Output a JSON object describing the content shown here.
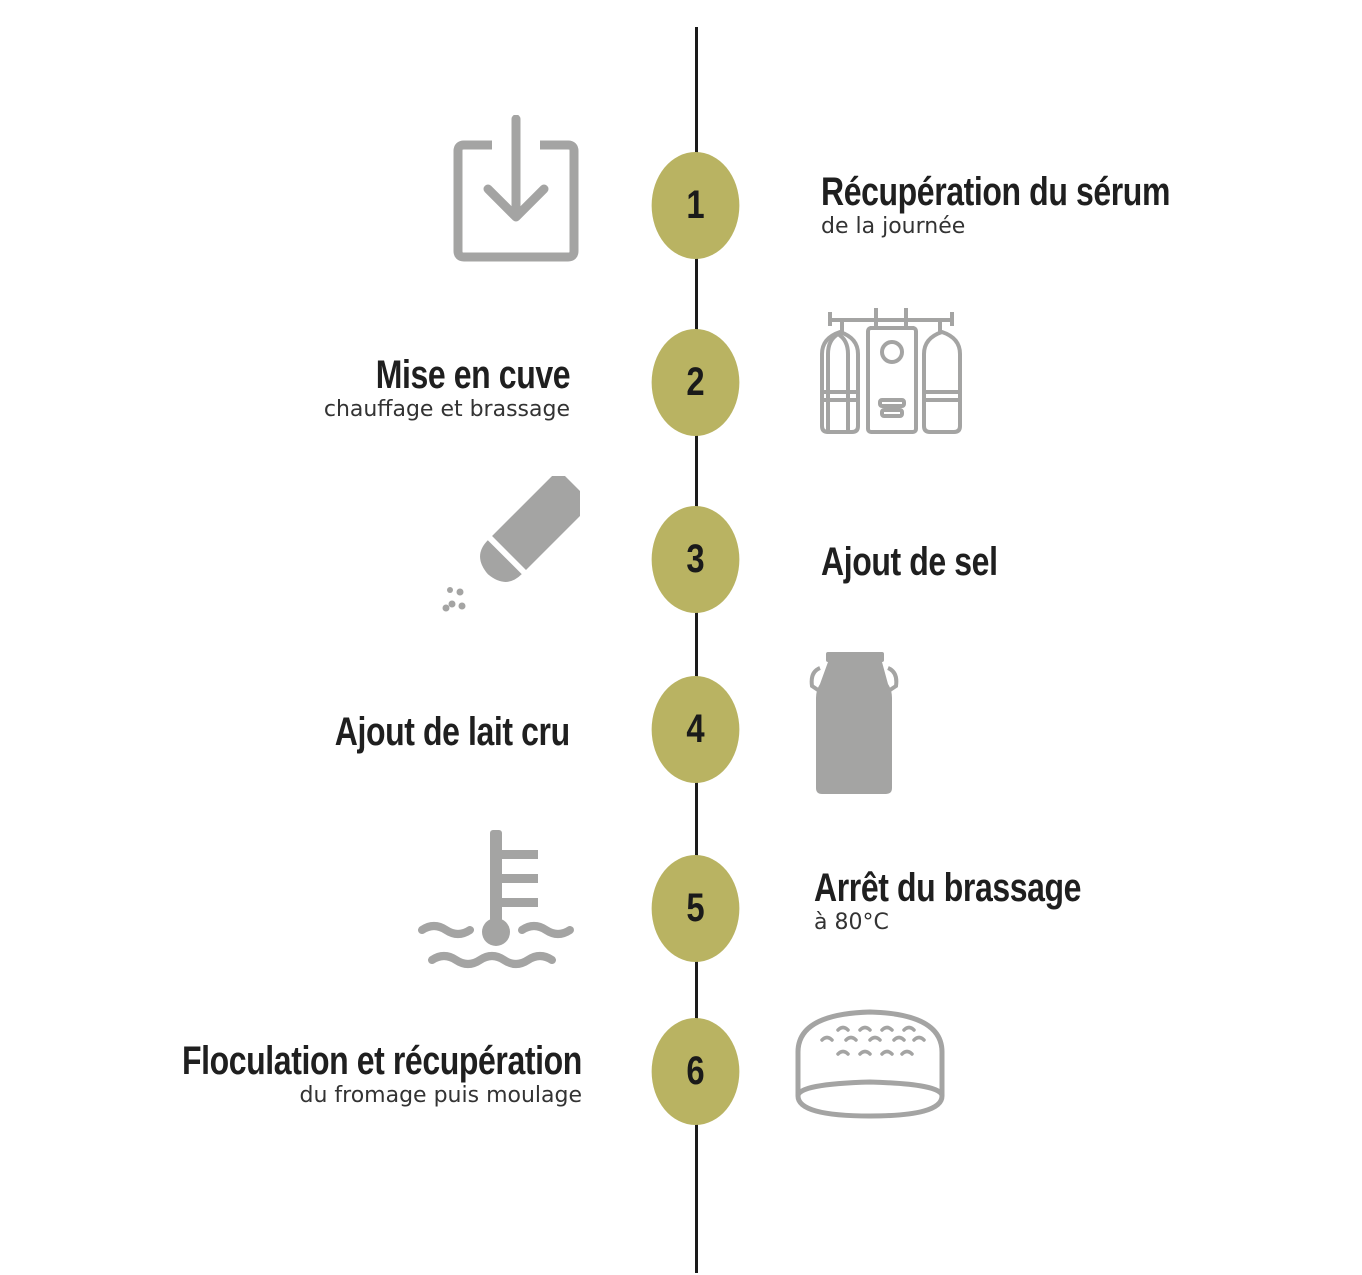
{
  "colors": {
    "circle": "#b9b362",
    "icon_gray": "#a4a4a3",
    "line": "#1a1a1a",
    "text": "#1f1f1f"
  },
  "steps": [
    {
      "number": "1",
      "title": "Récupération du sérum",
      "subtitle": "de la journée",
      "icon": "download-tray-icon"
    },
    {
      "number": "2",
      "title": "Mise en cuve",
      "subtitle": "chauffage et brassage",
      "icon": "vats-tanks-icon"
    },
    {
      "number": "3",
      "title": "Ajout de sel",
      "subtitle": "",
      "icon": "salt-shaker-icon"
    },
    {
      "number": "4",
      "title": "Ajout de lait cru",
      "subtitle": "",
      "icon": "milk-can-icon"
    },
    {
      "number": "5",
      "title": "Arrêt du brassage",
      "subtitle": "à 80°C",
      "icon": "temperature-liquid-icon"
    },
    {
      "number": "6",
      "title": "Floculation et récupération",
      "subtitle": "du fromage puis moulage",
      "icon": "cheese-wheel-icon"
    }
  ]
}
